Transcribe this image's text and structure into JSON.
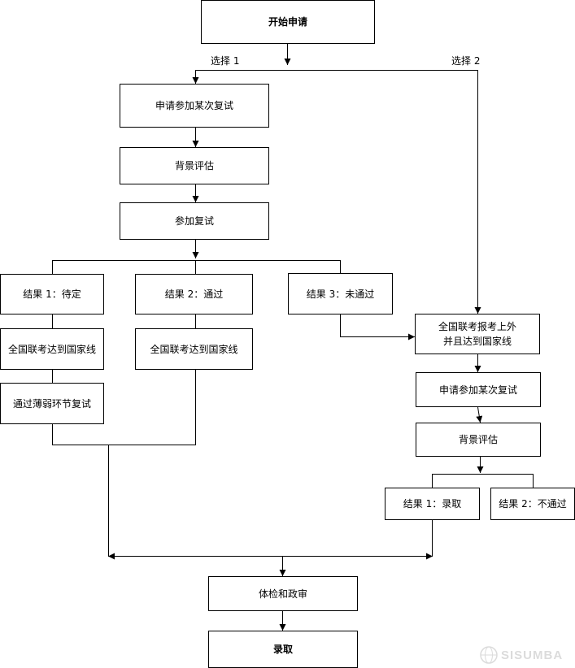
{
  "nodes": {
    "start": "开始申请",
    "left_apply_retest": "申请参加某次复试",
    "left_background_eval": "背景评估",
    "left_attend_retest": "参加复试",
    "result1_pending": "结果 1：待定",
    "result2_pass": "结果 2：通过",
    "result3_fail": "结果 3：未通过",
    "pending_national_line": "全国联考达到国家线",
    "pass_national_line": "全国联考达到国家线",
    "pending_pass_weak_retest": "通过薄弱环节复试",
    "right_exam_line_line1": "全国联考报考上外",
    "right_exam_line_line2": "并且达到国家线",
    "right_apply_retest": "申请参加某次复试",
    "right_background_eval": "背景评估",
    "right_result1_admit": "结果 1：录取",
    "right_result2_reject": "结果 2：不通过",
    "physical_political": "体检和政审",
    "admission": "录取"
  },
  "edge_labels": {
    "option1": "选择 1",
    "option2": "选择 2"
  },
  "watermark": {
    "text": "SISUMBA"
  },
  "colors": {
    "stroke": "#000000",
    "background": "#ffffff",
    "watermark": "#9a9a9a"
  }
}
